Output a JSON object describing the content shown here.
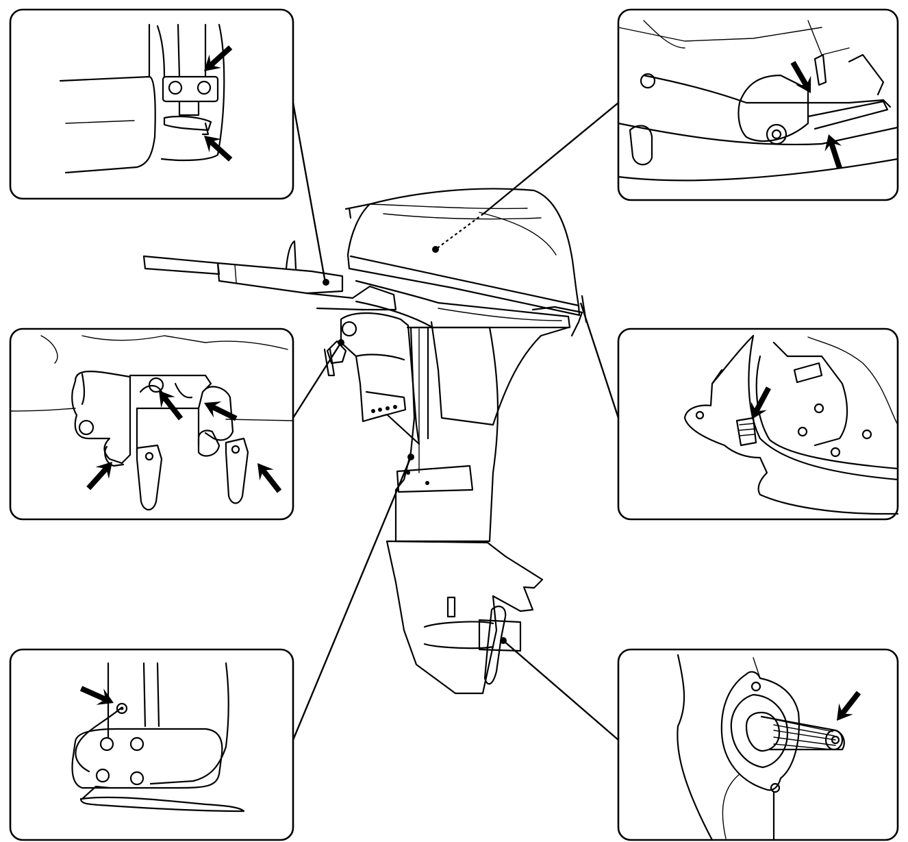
{
  "figure": {
    "background": "#ffffff",
    "ink_color": "#000000"
  },
  "callouts": [
    {
      "id": "tiller-pivot-bracket",
      "arrows": 2
    },
    {
      "id": "throttle-cable-link",
      "arrows": 2
    },
    {
      "id": "clamp-swivel-bracket",
      "arrows": 4
    },
    {
      "id": "cowl-latch",
      "arrows": 1
    },
    {
      "id": "anode-ground-lead",
      "arrows": 1
    },
    {
      "id": "propeller-shaft",
      "arrows": 1
    }
  ]
}
